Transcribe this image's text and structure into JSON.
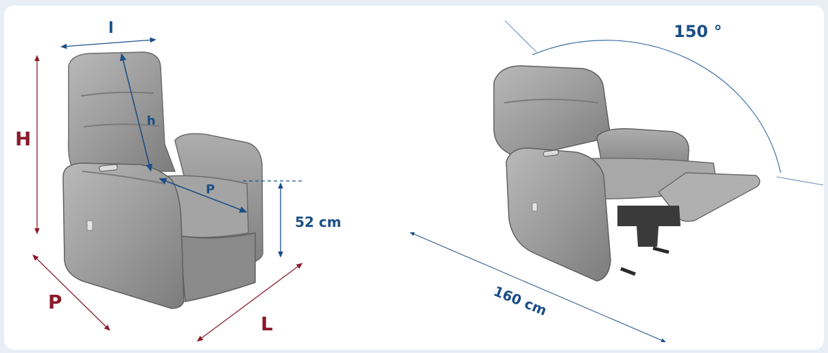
{
  "colors": {
    "blue": "#1b4f86",
    "red": "#8b1c2e",
    "arc": "#3b6ea5",
    "fabric": "#9a9a9a",
    "fabric_dark": "#6f6f6f",
    "fabric_light": "#bdbdbd",
    "background": "#e7eef6"
  },
  "chair_front": {
    "width_label": "l",
    "height_label": "H",
    "back_height_label": "h",
    "seat_depth_label": "P",
    "seat_height_label": "52 cm",
    "depth_label": "P",
    "length_label": "L"
  },
  "chair_reclined": {
    "angle_label": "150 °",
    "length_label": "160 cm"
  }
}
